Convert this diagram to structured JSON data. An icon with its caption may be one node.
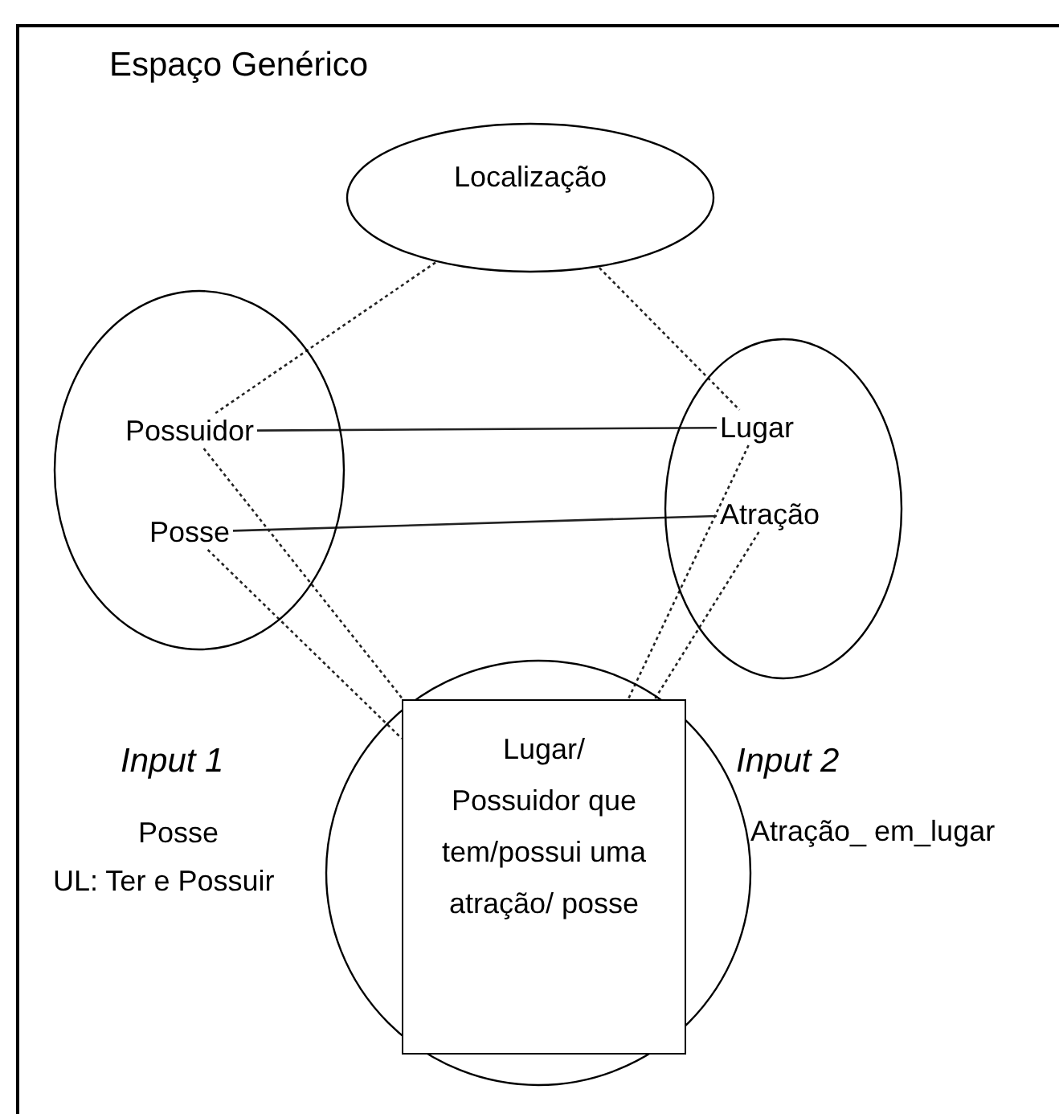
{
  "diagram": {
    "title": "Espaço Genérico",
    "nodes": [
      {
        "text": [
          "Localização"
        ]
      },
      {
        "text": [],
        "shape": "ellipse",
        "beside": [
          "Input 1",
          "Posse",
          "UL: Ter e Possuir"
        ]
      },
      {
        "text": [
          "Possuidor"
        ],
        "in": 1
      },
      {
        "text": [
          "Posse"
        ],
        "in": 1
      },
      {
        "text": [],
        "shape": "ellipse",
        "beside": [
          "Input 2",
          "Atração_ em_lugar"
        ]
      },
      {
        "text": [
          "Lugar"
        ],
        "in": 4
      },
      {
        "text": [
          "Atração"
        ],
        "in": 4
      },
      {
        "text": [],
        "shape": "circle"
      },
      {
        "text": [
          "Lugar/ Possuidor que tem/possui uma atração/ posse"
        ],
        "in": 7
      }
    ],
    "edges": [
      {
        "from": 0,
        "to": 2,
        "arrow": "none",
        "style": "dashed"
      },
      {
        "from": 0,
        "to": 5,
        "arrow": "none",
        "style": "dashed"
      },
      {
        "from": 2,
        "to": 5,
        "arrow": "none"
      },
      {
        "from": 3,
        "to": 6,
        "arrow": "none"
      },
      {
        "from": 2,
        "to": 8,
        "arrow": "none",
        "style": "dashed"
      },
      {
        "from": 3,
        "to": 8,
        "arrow": "none",
        "style": "dashed"
      },
      {
        "from": 5,
        "to": 8,
        "arrow": "none",
        "style": "dashed"
      },
      {
        "from": 6,
        "to": 8,
        "arrow": "none",
        "style": "dashed"
      }
    ]
  }
}
